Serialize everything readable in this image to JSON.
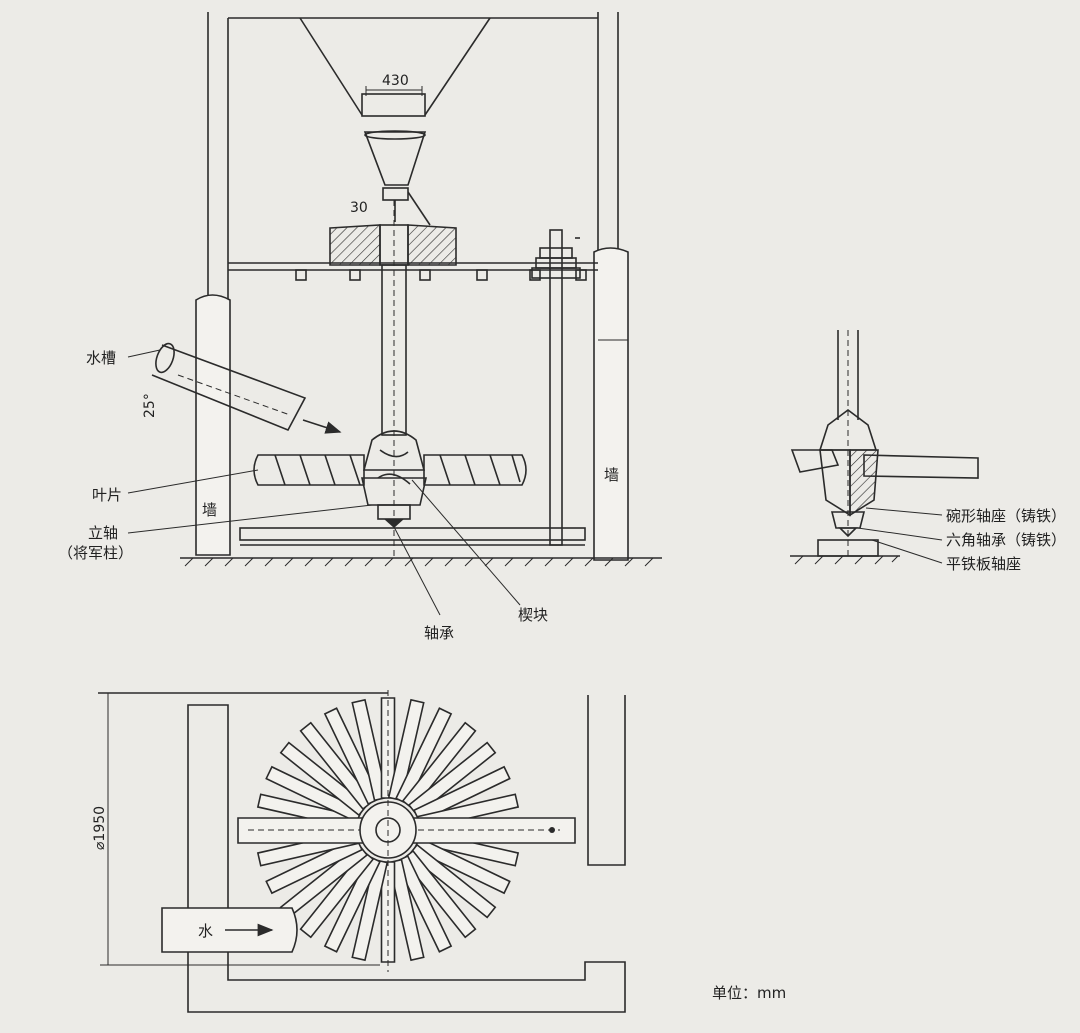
{
  "dimensions": {
    "top_width": "430",
    "nozzle": "30",
    "angle": "25°",
    "diameter": "⌀1950"
  },
  "labels": {
    "trough": "水槽",
    "blade": "叶片",
    "wall_left": "墙",
    "wall_right": "墙",
    "shaft_line1": "立轴",
    "shaft_line2": "（将军柱）",
    "bearing": "轴承",
    "wedge": "楔块",
    "bowl_seat": "碗形轴座（铸铁）",
    "hex_bearing": "六角轴承（铸铁）",
    "flat_seat": "平铁板轴座",
    "water": "水",
    "unit": "单位：mm"
  }
}
